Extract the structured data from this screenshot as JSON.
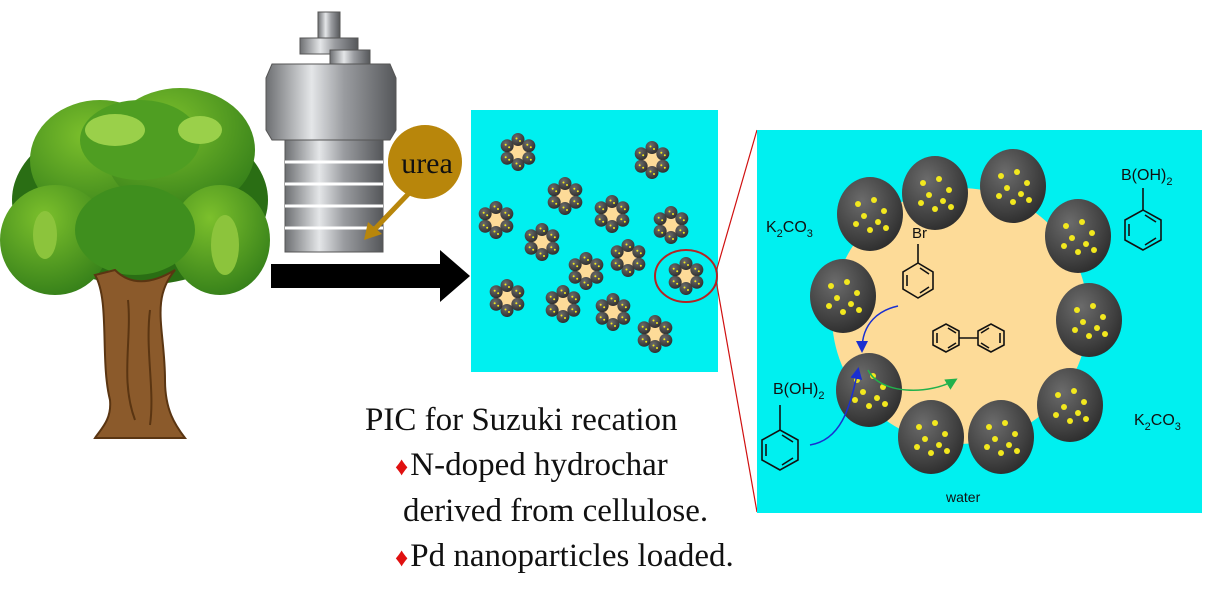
{
  "labels": {
    "urea": "urea",
    "k2co3_top_main": "K",
    "k2co3_top_sub1": "2",
    "k2co3_top_rest": "CO",
    "k2co3_top_sub2": "3",
    "k2co3_right_main": "K",
    "k2co3_right_sub1": "2",
    "k2co3_right_rest": "CO",
    "k2co3_right_sub2": "3",
    "boronic_top": "B(OH)",
    "boronic_top_sub": "2",
    "boronic_left": "B(OH)",
    "boronic_left_sub": "2",
    "bromo": "Br",
    "water": "water"
  },
  "caption": {
    "title": "PIC for Suzuki recation",
    "bullet_symbol": "♦",
    "point1_line1": "N-doped hydrochar",
    "point1_line2": "derived from cellulose.",
    "point2": "Pd nanoparticles loaded."
  },
  "colors": {
    "panel_bg": "#00f0f0",
    "core": "#fddb98",
    "particle": "#4a4a4a",
    "pd_dot": "#f2e81e",
    "urea_disk": "#b8860b",
    "arrow": "#000000",
    "zoom_line": "#d01010",
    "leaf_green": "#3a8a1c",
    "trunk": "#8b5a2b"
  }
}
